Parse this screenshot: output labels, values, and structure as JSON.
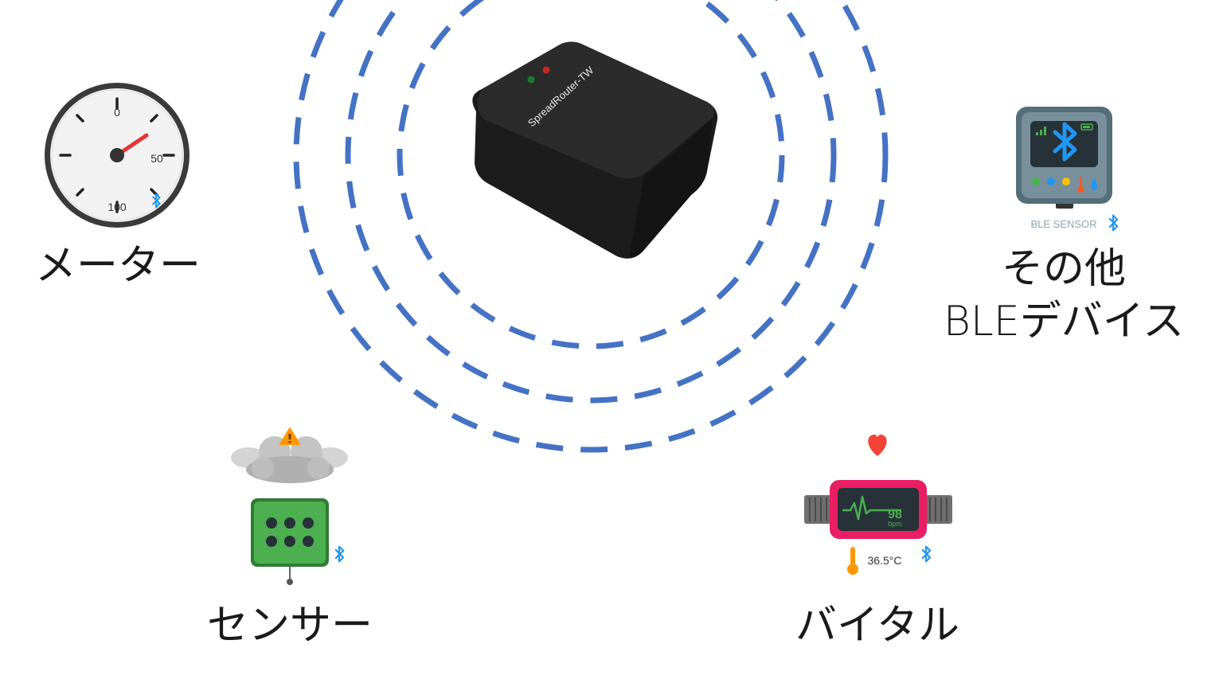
{
  "router": {
    "model": "SpreadRouter-TW"
  },
  "devices": {
    "meter": {
      "label": "メーター",
      "tick_0": "0",
      "tick_50": "50",
      "tick_100": "100"
    },
    "other": {
      "label_line1": "その他",
      "label_line2": "BLEデバイス",
      "badge": "BLE SENSOR"
    },
    "sensor": {
      "label": "センサー"
    },
    "vital": {
      "label": "バイタル",
      "heart_rate": "98",
      "heart_rate_unit": "bpm",
      "temperature": "36.5°C"
    }
  },
  "icons": [
    "gauge-icon",
    "bluetooth-icon",
    "ble-sensor-icon",
    "warning-icon",
    "cloud-icon",
    "sensor-icon",
    "heart-icon",
    "wristband-icon",
    "thermometer-icon"
  ],
  "colors": {
    "signal_ring": "#4472c4",
    "bluetooth": "#2196f3",
    "sensor_green": "#4caf50",
    "vital_pink": "#e91e63",
    "router_body": "#1c1c1c"
  }
}
